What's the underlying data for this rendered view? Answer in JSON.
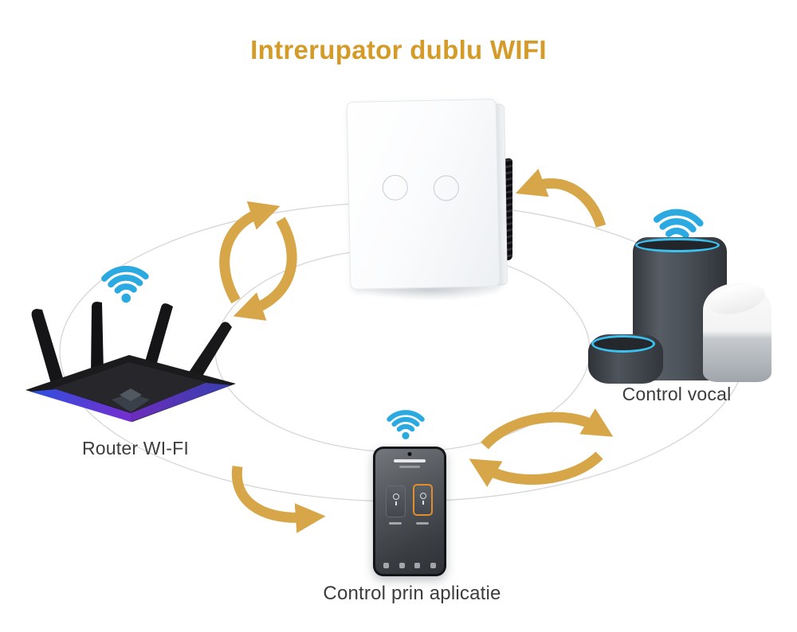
{
  "title": "Intrerupator dublu WIFI",
  "labels": {
    "router": "Router WI-FI",
    "voice_control": "Control vocal",
    "app_control": "Control prin aplicatie"
  },
  "palette": {
    "title_gold": "#d49b28",
    "arrow_gold": "#d7a648",
    "wifi_cyan": "#2baae2",
    "orbit_ring_gray": "#d6d6d6",
    "label_gray": "#3c3c3c",
    "speaker_ring_cyan": "#3cc0ee",
    "app_highlight_orange": "#df8f2d"
  },
  "icons": {
    "wifi": "wifi-signal-arcs",
    "cycle": "gold-curved-sync-arrows",
    "arrow": "gold-curved-arrow"
  }
}
